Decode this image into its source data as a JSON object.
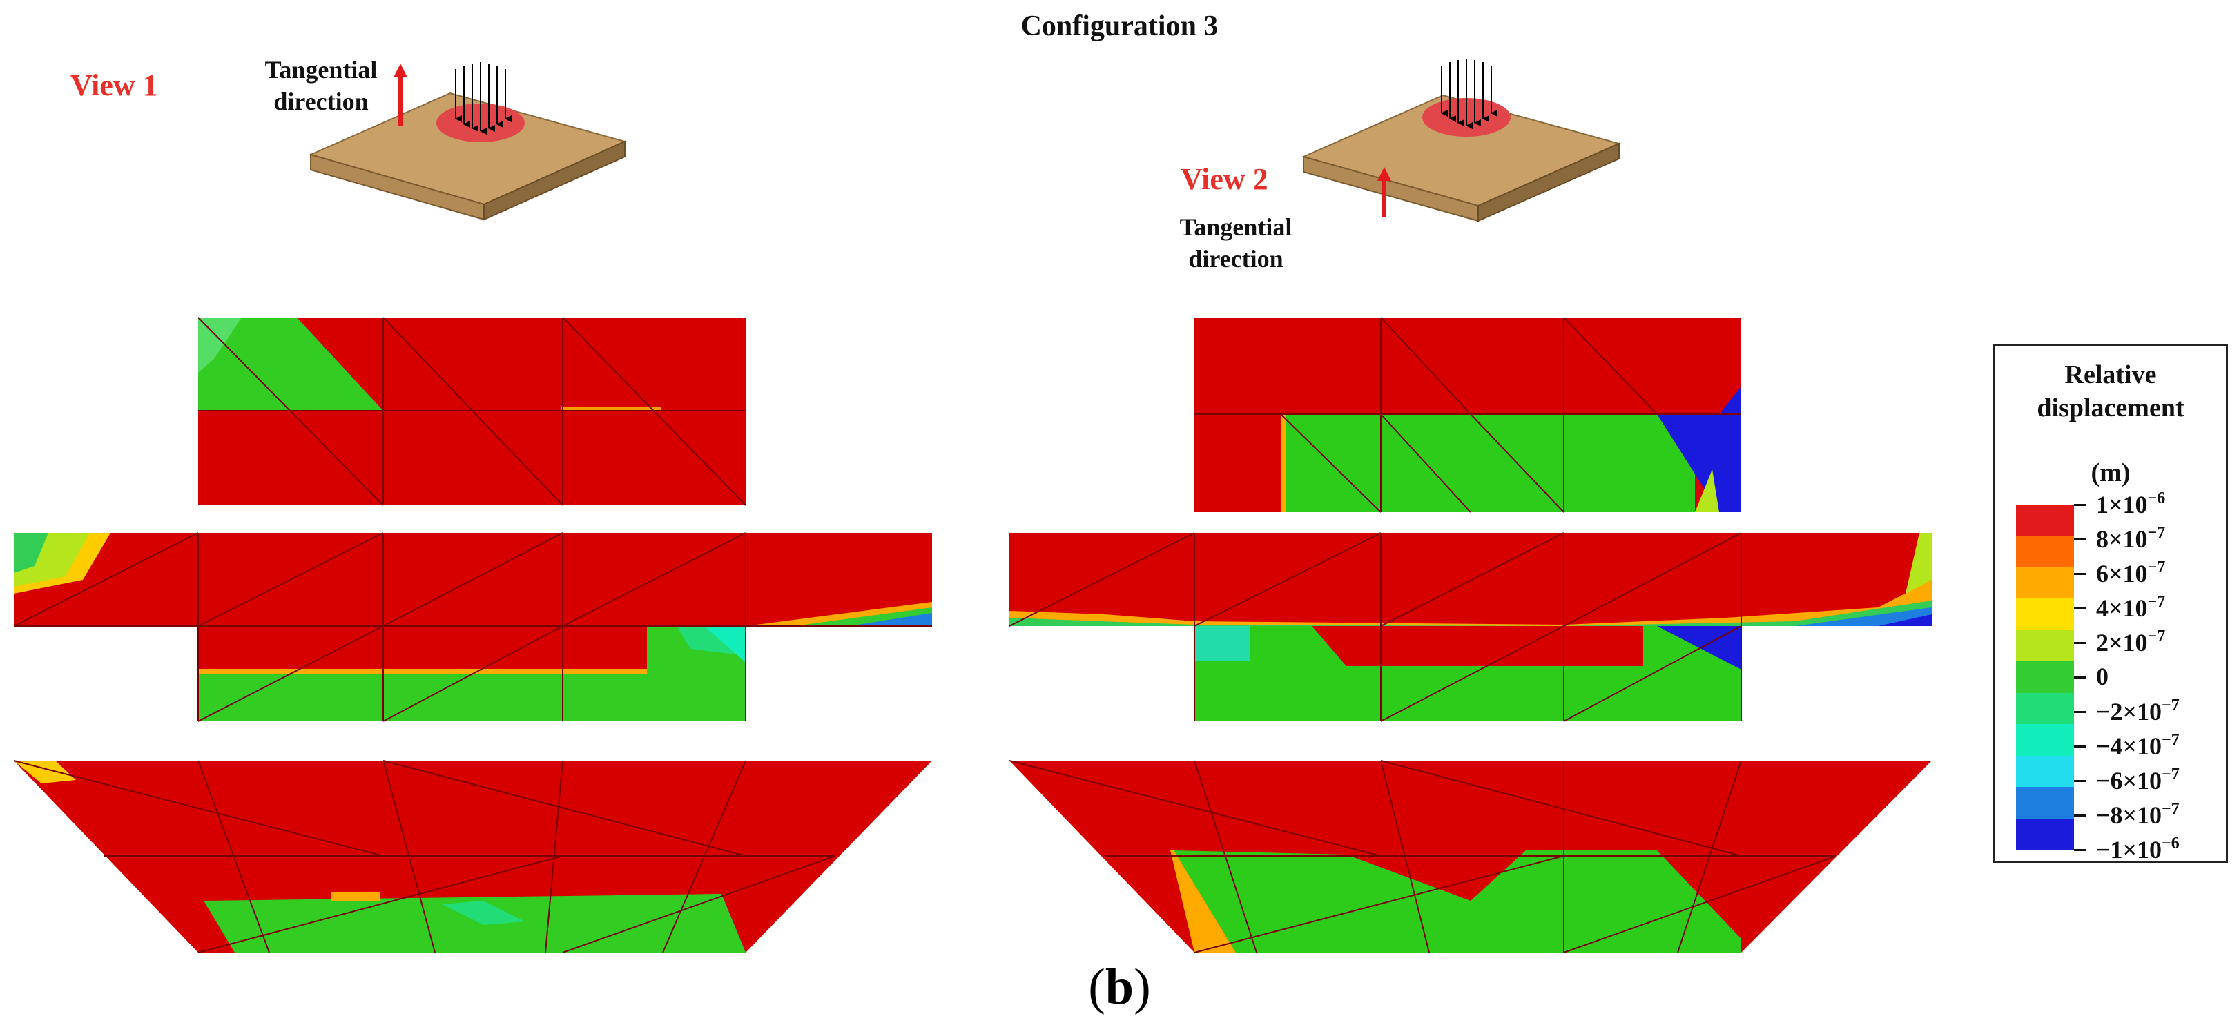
{
  "figure": {
    "title": "Configuration 3",
    "sublabel": {
      "open": "(",
      "letter": "b",
      "close": ")"
    }
  },
  "views": [
    {
      "label": "View 1",
      "tangential": [
        "Tangential",
        "direction"
      ]
    },
    {
      "label": "View 2",
      "tangential": [
        "Tangential",
        "direction"
      ]
    }
  ],
  "legend": {
    "title_lines": [
      "Relative",
      "displacement"
    ],
    "unit": "(m)",
    "ticks": [
      {
        "mant": "1×10",
        "exp": "−6"
      },
      {
        "mant": "8×10",
        "exp": "−7"
      },
      {
        "mant": "6×10",
        "exp": "−7"
      },
      {
        "mant": "4×10",
        "exp": "−7"
      },
      {
        "mant": "2×10",
        "exp": "−7"
      },
      {
        "mant": "0",
        "exp": ""
      },
      {
        "mant": "−2×10",
        "exp": "−7"
      },
      {
        "mant": "−4×10",
        "exp": "−7"
      },
      {
        "mant": "−6×10",
        "exp": "−7"
      },
      {
        "mant": "−8×10",
        "exp": "−7"
      },
      {
        "mant": "−1×10",
        "exp": "−6"
      }
    ],
    "colors": [
      "#e31a1c",
      "#ff6a00",
      "#ffaa00",
      "#ffe000",
      "#b5e61d",
      "#33cc33",
      "#22dd77",
      "#11eebb",
      "#22ddee",
      "#1e7fe0",
      "#1b1bdc"
    ]
  },
  "field_colors": {
    "high": "#d60000",
    "mid": "#2ecc1a",
    "low": "#1a1adc"
  }
}
